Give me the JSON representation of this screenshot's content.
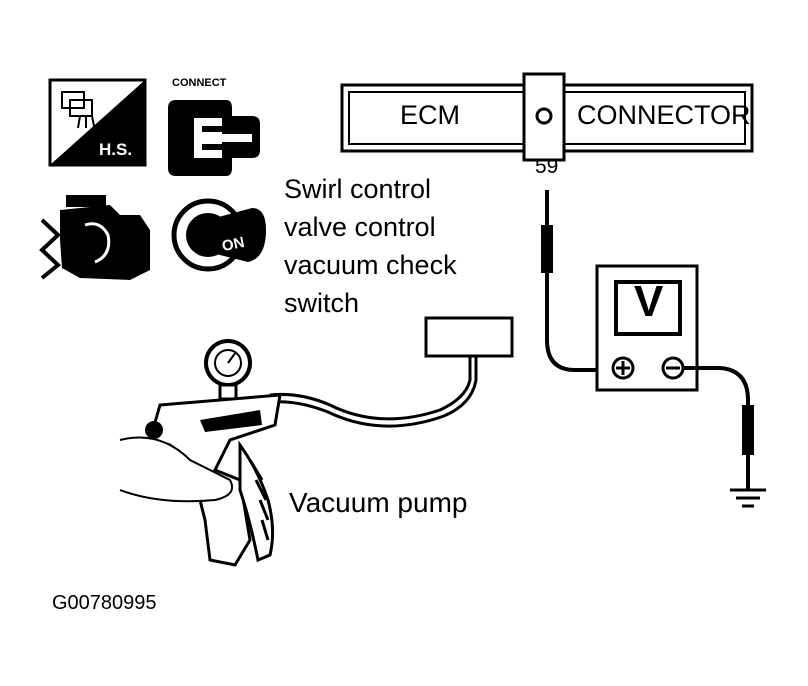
{
  "icons": {
    "hs_label": "H.S.",
    "connect_label": "CONNECT",
    "ignition_label": "ON",
    "names": [
      "harness-icon",
      "connector-icon",
      "engine-icon",
      "ignition-key-icon"
    ]
  },
  "ecm_connector": {
    "left_label": "ECM",
    "right_label": "CONNECTOR",
    "pin": "59"
  },
  "switch_label": [
    "Swirl control",
    "valve control",
    "vacuum check",
    "switch"
  ],
  "pump_label": "Vacuum pump",
  "voltmeter": {
    "symbol": "V",
    "positive": "⊕",
    "negative": "⊖"
  },
  "figure_code": "G00780995"
}
